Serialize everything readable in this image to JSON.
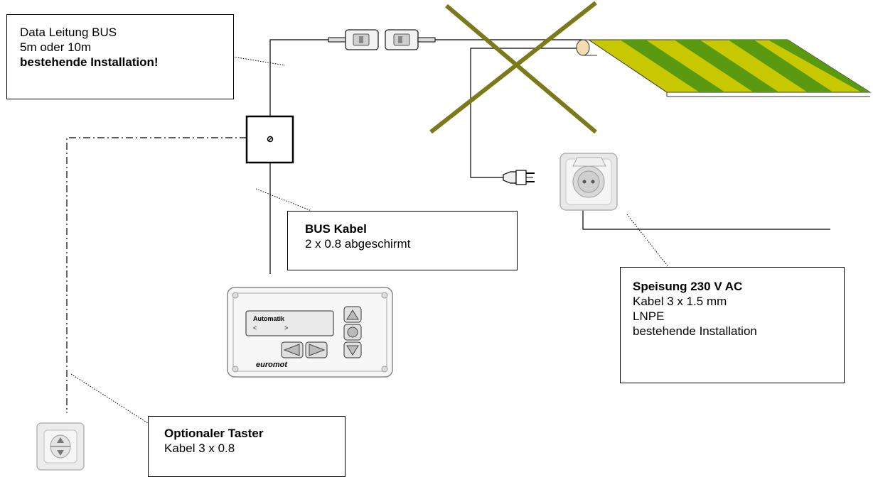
{
  "callouts": {
    "data_cable": {
      "line1": "Data Leitung BUS",
      "line2": "5m oder 10m",
      "line3": "bestehende Installation!"
    },
    "bus_cable": {
      "title": "BUS Kabel",
      "line1": "2 x 0.8 abgeschirmt"
    },
    "power": {
      "title": "Speisung 230 V AC",
      "line1": "Kabel 3 x 1.5 mm",
      "line2": "LNPE",
      "line3": "bestehende Installation"
    },
    "button": {
      "title": "Optionaler Taster",
      "line1": "Kabel 3 x 0.8"
    }
  },
  "controller": {
    "display_title": "Automatik",
    "display_left": "<",
    "display_right": ">",
    "brand": "euromot"
  },
  "colors": {
    "awning_stripe_light": "#c8c800",
    "awning_stripe_dark": "#5a9a10",
    "cross": "#7a7a1a",
    "wire": "#000000"
  },
  "icons": [
    "junction-box-icon",
    "connector-plug-icon",
    "power-plug-icon",
    "power-socket-icon",
    "awning-icon",
    "wall-switch-icon",
    "crossed-out-icon"
  ]
}
